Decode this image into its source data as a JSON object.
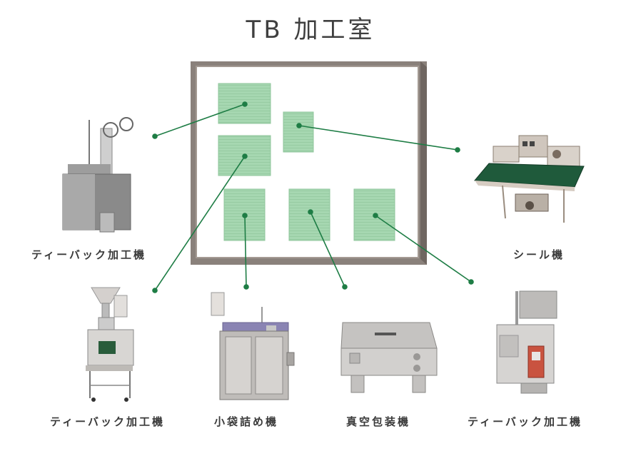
{
  "title": "TB 加工室",
  "machines": [
    {
      "id": "teabag-1",
      "label": "ティーバック加工機",
      "icon": "teabag-machine-icon"
    },
    {
      "id": "seal",
      "label": "シール機",
      "icon": "seal-machine-icon"
    },
    {
      "id": "teabag-2",
      "label": "ティーバック加工機",
      "icon": "teabag-machine-icon"
    },
    {
      "id": "sachet",
      "label": "小袋詰め機",
      "icon": "sachet-filling-machine-icon"
    },
    {
      "id": "vacuum",
      "label": "真空包装機",
      "icon": "vacuum-packaging-machine-icon"
    },
    {
      "id": "teabag-3",
      "label": "ティーバック加工機",
      "icon": "teabag-machine-icon"
    }
  ],
  "colors": {
    "zone": "#a6d7b1",
    "line": "#1e7d45",
    "wall": "#8a817b",
    "text": "#3a3a3a"
  }
}
